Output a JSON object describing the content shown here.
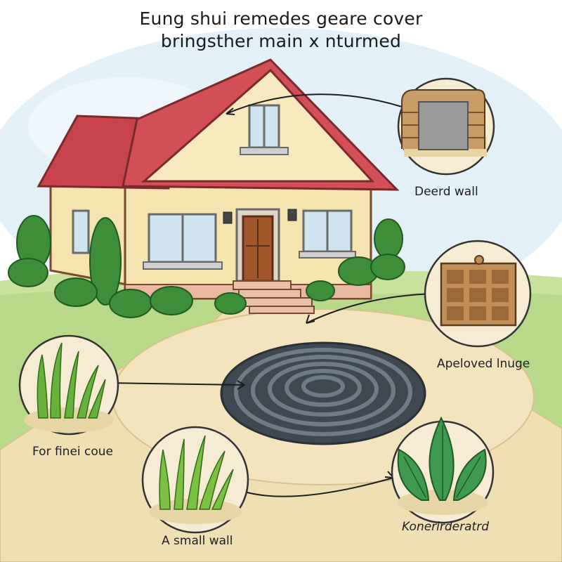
{
  "title": {
    "line1": "Eung shui remedes geare cover",
    "line2": "bringsther main x nturmed"
  },
  "callouts": [
    {
      "id": "wall-arch",
      "label": "Deerd wall",
      "icon": "brick-archway-icon"
    },
    {
      "id": "grid-fence",
      "label": "Apeloved lnuge",
      "icon": "wooden-grid-fence-icon"
    },
    {
      "id": "grass-left",
      "label": "For finei coue",
      "icon": "tall-grass-icon"
    },
    {
      "id": "grass-bottom",
      "label": "A small wall",
      "icon": "grass-tuft-icon"
    },
    {
      "id": "leaves",
      "label": "Konerirderatrd",
      "icon": "leaf-plant-icon"
    }
  ],
  "colors": {
    "roof": "#c9434c",
    "wall": "#f5e3b0",
    "trim": "#8e4a2e",
    "lawn": "#b8d98a",
    "path": "#f1dfb4",
    "spiral": "#4f5a63",
    "bush": "#3f8f3a",
    "sky": "#d9eaf5"
  }
}
